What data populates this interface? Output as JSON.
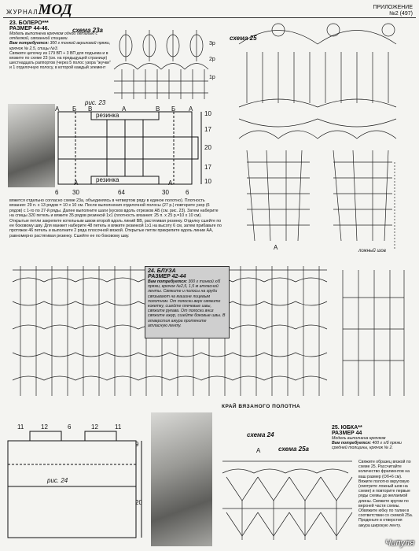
{
  "header": {
    "magazine_word": "ЖУРНАЛ",
    "magazine_logo": "МОД",
    "supplement": "ПРИЛОЖЕНИЕ",
    "issue": "№2 (497)"
  },
  "bolero": {
    "title": "23. БОЛЕРО***",
    "size": "РАЗМЕР 44-46.",
    "intro": "Модель выполнена крючком одной деталью с отделкой, связанной спицами.",
    "need_label": "Вам потребуется:",
    "need_text": "300 г тонкой акриловой пряжи, крючок № 2,5, спицы №3.",
    "body_text": "Свяжите цепочку из 179 ВП + 3 ВП для подъема и в вязките по схеме 23 (см. на предыдущей странице) шестнадцать раппортов (через 5 полос узора \"жучки\" и 1 отделочную полосу, в которой каждый элемент",
    "bottom_text": "вяжется отдельно согласно схеме 23а, объединяясь в четвертом ряду в единое полотно). Плотность вязания: 29 п. х 13 рядов = 10 х 10 см. После выполнения отделочной полосы (27 р.) повторите узор (6 рядов) с 1-го по 27-й ряды. Далее выполните шаги (кусков вдоль отрезков АБ (см. рис. 23). Затем наберите на спицы 320 петель и вяжите 35 рядов резинкой 1х1 (плотность вязания: 25 п. х 25 р.=10 х 10 см). Открытые петли закрепите котельным швом второй вдоль линий ВВ, растягивая резинку. Отделку сшейте по ее боковому шву. Для манжет наберите 48 петель и вяжите резинкой 1х1 на высоту 6 см, затем прибавьте по протяжке 46 петель и выполните 2 ряда плосочной вязкой. Открытые петли прикрепите вдоль линии АА, равномерно растягивая резинку. Сшейте ее по боковому шву."
  },
  "schema_23a": "схема 23а",
  "schema_25": "схема 25",
  "schema_24": "схема 24",
  "schema_25a": "схема 25а",
  "fig23": {
    "label": "рис. 23",
    "rib_top": "резинка",
    "rib_bottom": "резинка",
    "letters_top": [
      "А",
      "Б",
      "В",
      "А",
      "В",
      "Б",
      "А"
    ],
    "letters_bottom": [
      "А",
      "А"
    ],
    "dims_right": [
      "10",
      "17",
      "20",
      "17",
      "10"
    ],
    "dims_bottom": [
      "6",
      "30",
      "64",
      "30",
      "6"
    ]
  },
  "schema23a_rows": [
    "3р",
    "2р",
    "1р"
  ],
  "false_seam": "ложный шов",
  "letter_A": "А",
  "blouse": {
    "title": "24. БЛУЗА",
    "size": "РАЗМЕР 42-44",
    "need_label": "Вам потребуется:",
    "text": "300 г тонкой х/б пряжи, крючок №2,5, 1,5 м атласной ленты. Свяжите и полосы на груди связывают на машине лицевым полотном. От полоски верх свяжите кокетку, сшейте плечевые швы, свяжите рукава. От полоски вниз свяжите ажур, сшейте боковые швы. В отверстия ажура протяните атласную ленту."
  },
  "edge_label": "КРАЙ ВЯЗАНОГО ПОЛОТНА",
  "fig24": {
    "label": "рис. 24",
    "dims_top": [
      "11",
      "12",
      "6",
      "12",
      "11"
    ],
    "dims_right": [
      "9",
      "20"
    ]
  },
  "skirt": {
    "title": "25. ЮБКА**",
    "size": "РАЗМЕР 44",
    "intro": "Модель выполнена крючком",
    "need_label": "Вам потребуется:",
    "need_text": "400 г х/б пряжи средней толщины, крючок № 2.",
    "text": "Свяжите образец вязкой по схеме 25. Рассчитайте количество фрагментов на ваш размер (Об+6 см). Вяжите полотно вкруговую (смотрите ложный шов на схеме) и повторите первые ряды схемы до желаемой длины. Свяжите кругом по верхней части схемы. Обвяжите юбку по талии в соответствии со схемой 25а. Проденьте в отверстия ажура широкую ленту."
  },
  "watermark": "Чипуля"
}
